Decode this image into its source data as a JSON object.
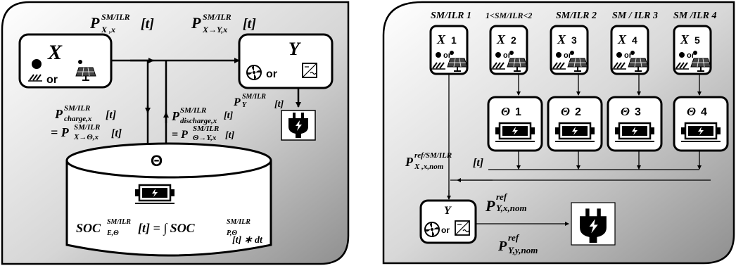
{
  "colors": {
    "panel_light": "#ffffff",
    "panel_dark": "#8f8f8f",
    "stroke": "#000000"
  },
  "left": {
    "top_label_1": "P",
    "top_label_1_sup": "SM/ILR",
    "top_label_1_sub": "X ,x",
    "top_label_1_arg": "[t]",
    "top_label_2": "P",
    "top_label_2_sup": "SM/ILR",
    "top_label_2_sub": "X→Y,x",
    "top_label_2_arg": "[t]",
    "x_symbol": "X",
    "x_or": "or",
    "y_symbol": "Y",
    "y_or": "or",
    "charge_line1_p": "P",
    "charge_line1_sup": "SM/ILR",
    "charge_line1_sub": "charge,x",
    "charge_line1_arg": "[t]",
    "charge_line2_eq": "= P",
    "charge_line2_sup": "SM/ILR",
    "charge_line2_sub": "X→Θ,x",
    "charge_line2_arg": "[t]",
    "discharge_line1_p": "P",
    "discharge_line1_sup": "SM/ILR",
    "discharge_line1_sub": "discharge,x",
    "discharge_line1_arg": "[t]",
    "discharge_line2_eq": "= P",
    "discharge_line2_sup": "SM/ILR",
    "discharge_line2_sub": "Θ→Y,x",
    "discharge_line2_arg": "[t]",
    "py_p": "P",
    "py_sup": "SM/ILR",
    "py_sub": "Y",
    "py_arg": "[t]",
    "storage_symbol": "Θ",
    "soc_left": "SOC",
    "soc_left_sup": "SM/ILR",
    "soc_left_sub": "E,Θ",
    "soc_mid": "[t] = ∫ SOC",
    "soc_right_sup": "SM/ILR",
    "soc_right_sub": "P,Θ",
    "soc_end": "[t] ∗ dt"
  },
  "right": {
    "headers": [
      "SM/ILR 1",
      "1<SM/ILR<2",
      "SM/ILR 2",
      "SM / ILR 3",
      "SM /ILR 4"
    ],
    "x_boxes": [
      {
        "sym": "X",
        "num": "1",
        "or": "or"
      },
      {
        "sym": "X",
        "num": "2",
        "or": "or"
      },
      {
        "sym": "X",
        "num": "3",
        "or": "or"
      },
      {
        "sym": "X",
        "num": "4",
        "or": "or"
      },
      {
        "sym": "X",
        "num": "5",
        "or": "or"
      }
    ],
    "theta_boxes": [
      {
        "sym": "Θ",
        "num": "1"
      },
      {
        "sym": "Θ",
        "num": "2"
      },
      {
        "sym": "Θ",
        "num": "3"
      },
      {
        "sym": "Θ",
        "num": "4"
      }
    ],
    "pref_p": "P",
    "pref_sup": "ref/SM/ILR",
    "pref_sub": "X ,x,nom",
    "pref_arg": "[t]",
    "y_symbol": "Y",
    "y_or": "or",
    "pyx_p": "P",
    "pyx_sup": "ref",
    "pyx_sub": "Y,x,nom",
    "pyy_p": "P",
    "pyy_sup": "ref",
    "pyy_sub": "Y,y,nom"
  }
}
